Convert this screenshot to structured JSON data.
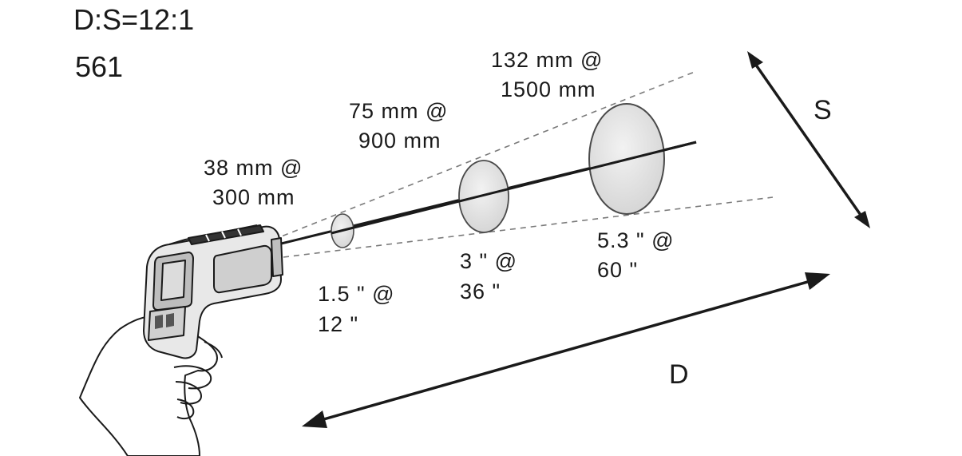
{
  "header": {
    "ratio": "D:S=12:1",
    "model": "561"
  },
  "spots": [
    {
      "metric_size": "38 mm @",
      "metric_dist": "300 mm",
      "imperial_size": "1.5 \" @",
      "imperial_dist": "12 \""
    },
    {
      "metric_size": "75 mm @",
      "metric_dist": "900 mm",
      "imperial_size": "3 \" @",
      "imperial_dist": "36 \""
    },
    {
      "metric_size": "132 mm @",
      "metric_dist": "1500 mm",
      "imperial_size": "5.3 \" @",
      "imperial_dist": "60 \""
    }
  ],
  "axes": {
    "spot_label": "S",
    "distance_label": "D"
  },
  "colors": {
    "line": "#1a1a1a",
    "spot_fill": "#e0e0e0",
    "spot_stroke": "#4a4a4a",
    "dashed": "#7a7a7a"
  }
}
